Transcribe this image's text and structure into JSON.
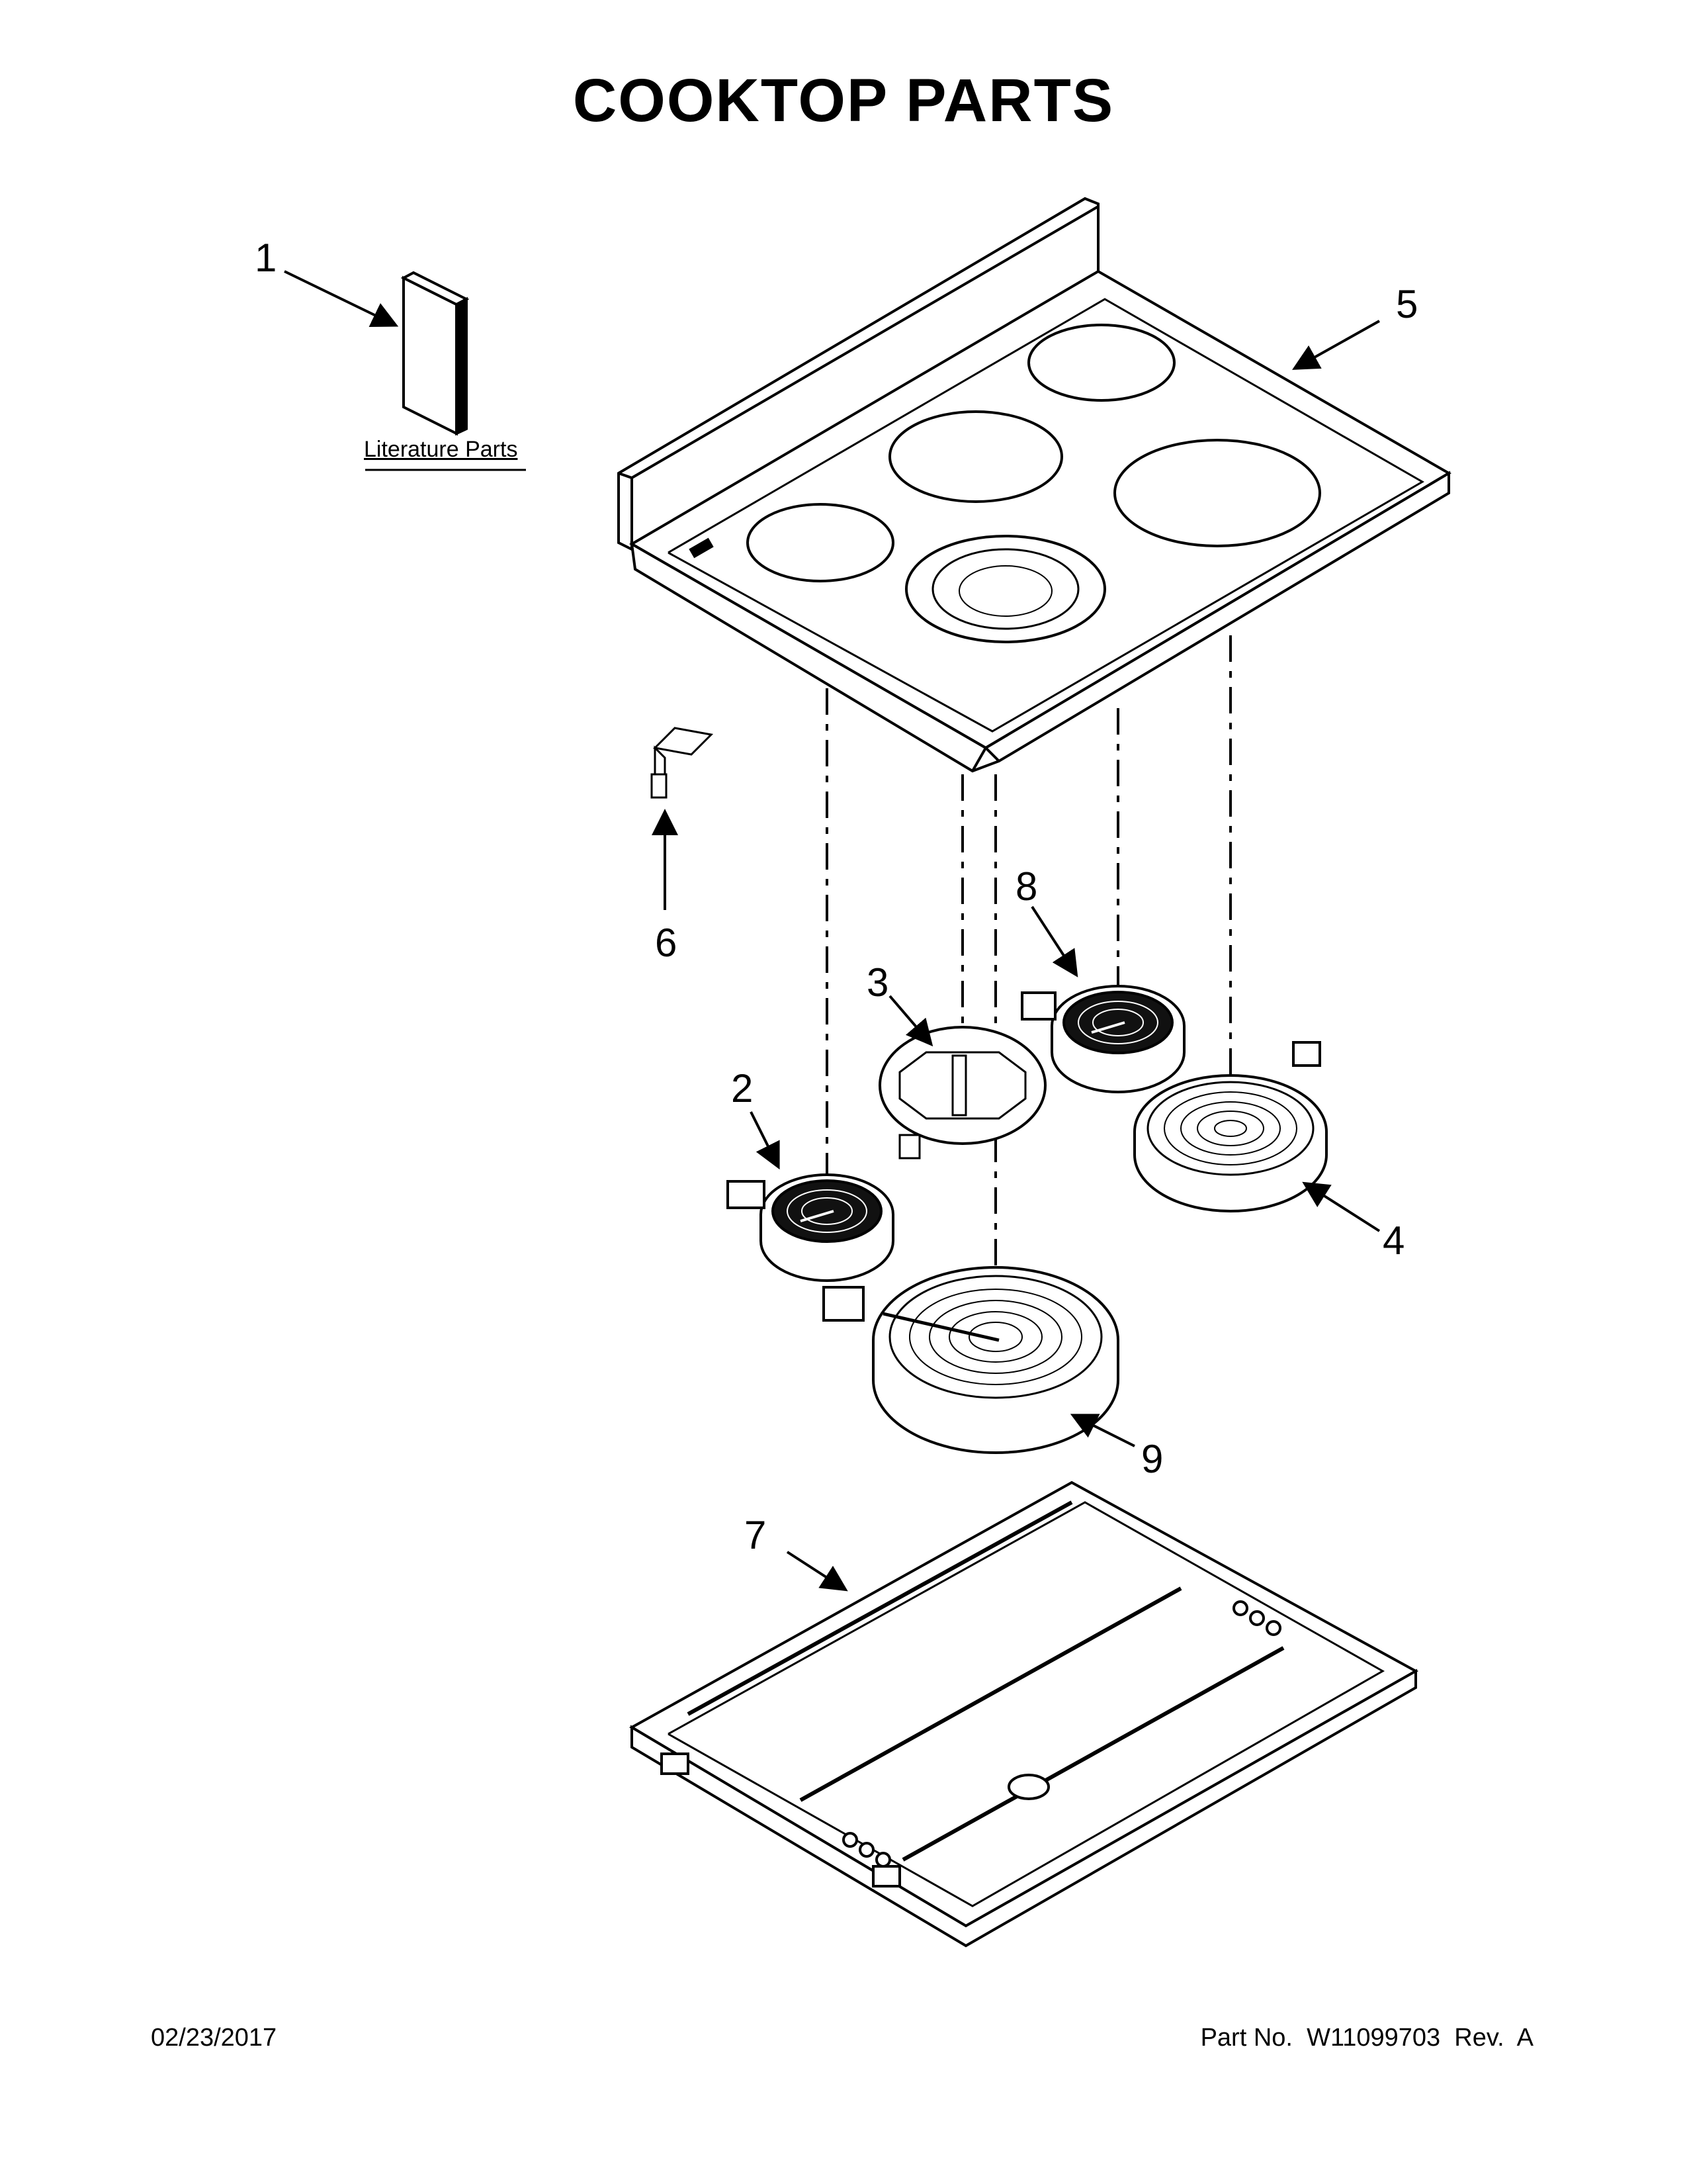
{
  "title": "COOKTOP PARTS",
  "literature_label": "Literature Parts",
  "callouts": {
    "c1": "1",
    "c2": "2",
    "c3": "3",
    "c4": "4",
    "c5": "5",
    "c6": "6",
    "c7": "7",
    "c8": "8",
    "c9": "9"
  },
  "footer": {
    "date": "02/23/2017",
    "part_number": "Part No.  W11099703  Rev.  A"
  }
}
